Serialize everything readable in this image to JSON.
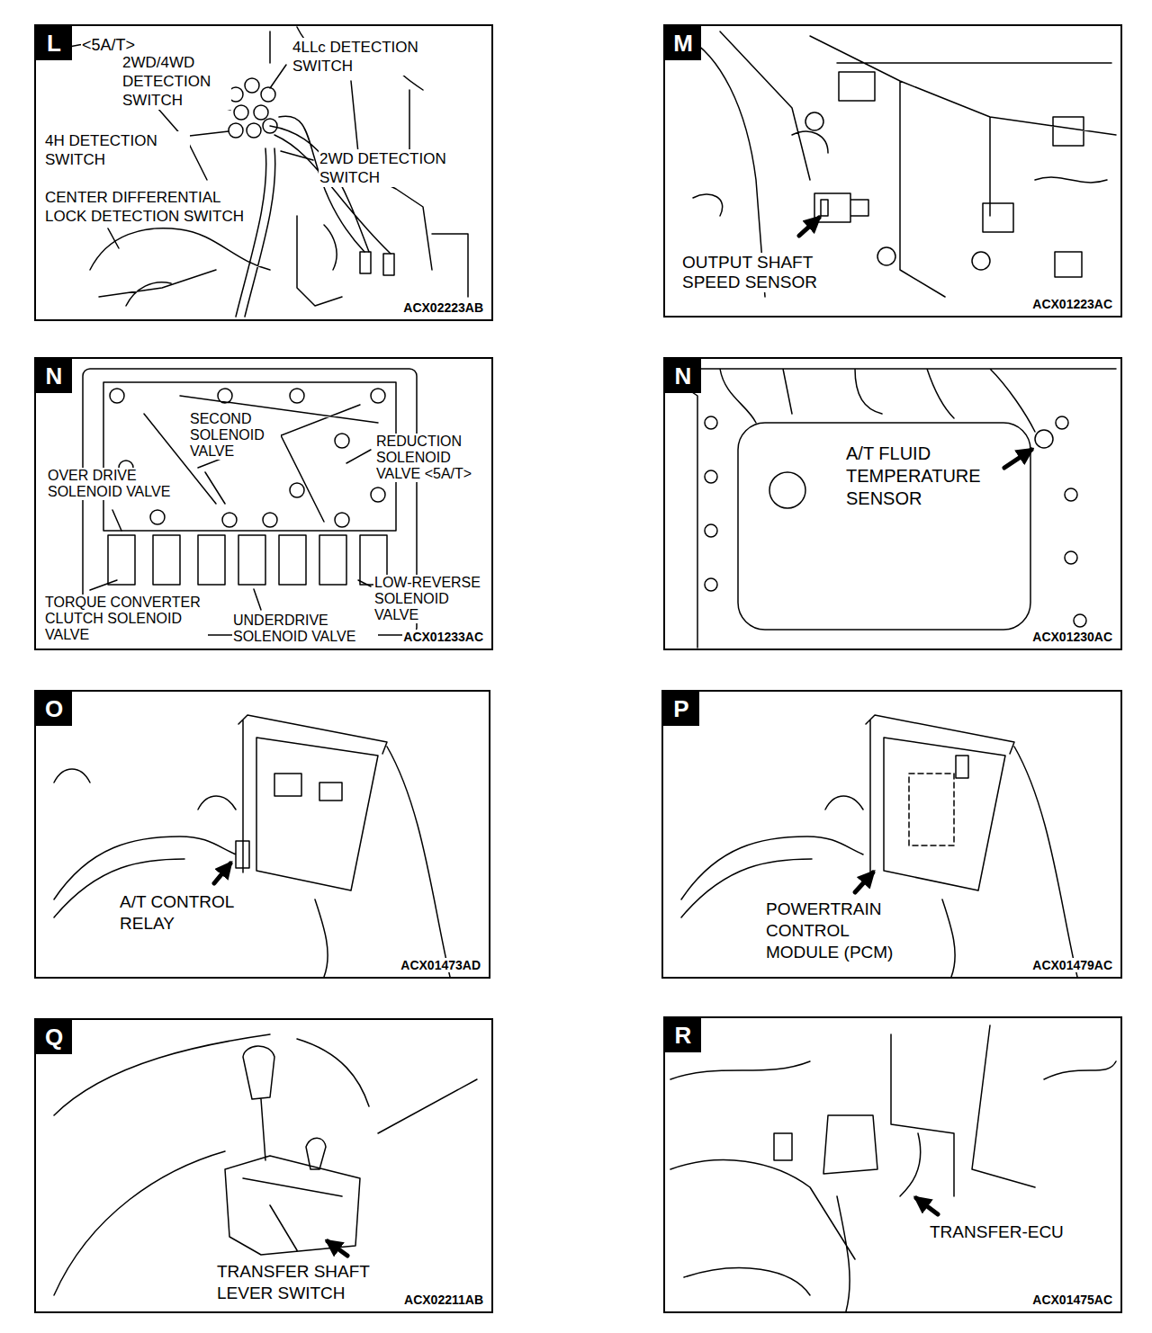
{
  "diagram": {
    "nodes": [
      {
        "text": [
          "<5A/T>",
          "2WD/4WD DETECTION SWITCH",
          "4LLc DETECTION SWITCH",
          "4H DETECTION SWITCH",
          "2WD DETECTION SWITCH",
          "CENTER DIFFERENTIAL LOCK DETECTION SWITCH",
          "ACX02223AB"
        ]
      },
      {
        "text": [
          "L"
        ],
        "in": 0
      },
      {
        "text": [
          "OUTPUT SHAFT SPEED SENSOR",
          "ACX01223AC"
        ]
      },
      {
        "text": [
          "M"
        ],
        "in": 2
      },
      {
        "text": [
          "SECOND SOLENOID VALVE",
          "REDUCTION SOLENOID VALVE <5A/T>",
          "OVER DRIVE SOLENOID VALVE",
          "TORQUE CONVERTER CLUTCH SOLENOID VALVE",
          "UNDERDRIVE SOLENOID VALVE",
          "LOW-REVERSE SOLENOID VALVE",
          "ACX01233AC"
        ]
      },
      {
        "text": [
          "N"
        ],
        "in": 4
      },
      {
        "text": [
          "A/T FLUID TEMPERATURE SENSOR",
          "ACX01230AC"
        ]
      },
      {
        "text": [
          "N"
        ],
        "in": 6
      },
      {
        "text": [
          "A/T CONTROL RELAY",
          "ACX01473AD"
        ]
      },
      {
        "text": [
          "O"
        ],
        "in": 8
      },
      {
        "text": [
          "POWERTRAIN CONTROL MODULE (PCM)",
          "ACX01479AC"
        ]
      },
      {
        "text": [
          "P"
        ],
        "in": 10
      },
      {
        "text": [
          "TRANSFER SHAFT LEVER SWITCH",
          "ACX02211AB"
        ]
      },
      {
        "text": [
          "Q"
        ],
        "in": 12
      },
      {
        "text": [
          "TRANSFER-ECU",
          "ACX01475AC"
        ]
      },
      {
        "text": [
          "R"
        ],
        "in": 14
      }
    ]
  }
}
